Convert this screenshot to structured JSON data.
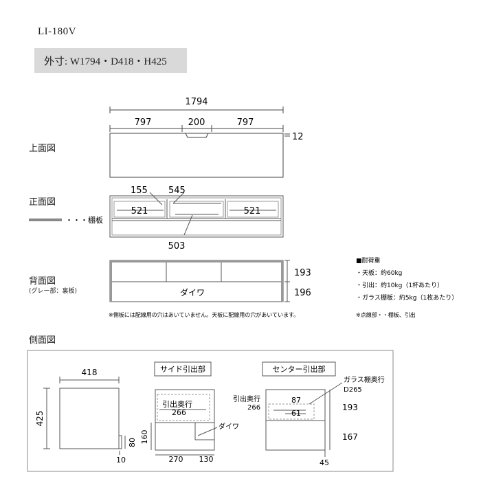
{
  "header": {
    "model": "LI-180V",
    "outer_dims": "外寸: W1794・D418・H425"
  },
  "views": {
    "top": "上面図",
    "front": "正面図",
    "back": "背面図",
    "back_note": "(グレー部：裏板)",
    "side": "側面図"
  },
  "legend": {
    "shelf": "・・・棚板"
  },
  "top_view": {
    "total": "1794",
    "left": "797",
    "center": "200",
    "right": "797",
    "thickness": "12"
  },
  "front_view": {
    "d155": "155",
    "d545": "545",
    "d521_left": "521",
    "d521_right": "521",
    "d503": "503"
  },
  "back_view": {
    "d193": "193",
    "d196": "196",
    "daiwa": "ダイワ"
  },
  "load": {
    "title": "■耐荷重",
    "top": "・天板：約60kg",
    "drawer": "・引出：約10kg（1杯あたり）",
    "glass": "・ガラス棚板：約5kg（1枚あたり）"
  },
  "notes": {
    "wiring": "※側板には配線用の穴はあいていません。天板に配線用の穴があいています。",
    "dotted": "※点線部・・棚板、引出"
  },
  "side_view": {
    "depth": "418",
    "height": "425",
    "d80": "80",
    "d10": "10",
    "side_drawer_title": "サイド引出部",
    "drawer_depth_label": "引出奥行",
    "d266": "266",
    "d160": "160",
    "daiwa": "ダイワ",
    "d270": "270",
    "d130": "130",
    "center_drawer_title": "センター引出部",
    "glass_shelf": "ガラス棚奥行",
    "d265": "D265",
    "center_drawer_depth": "引出奥行",
    "d266c": "266",
    "d87": "87",
    "d61": "61",
    "d193": "193",
    "d167": "167",
    "d45": "45"
  }
}
